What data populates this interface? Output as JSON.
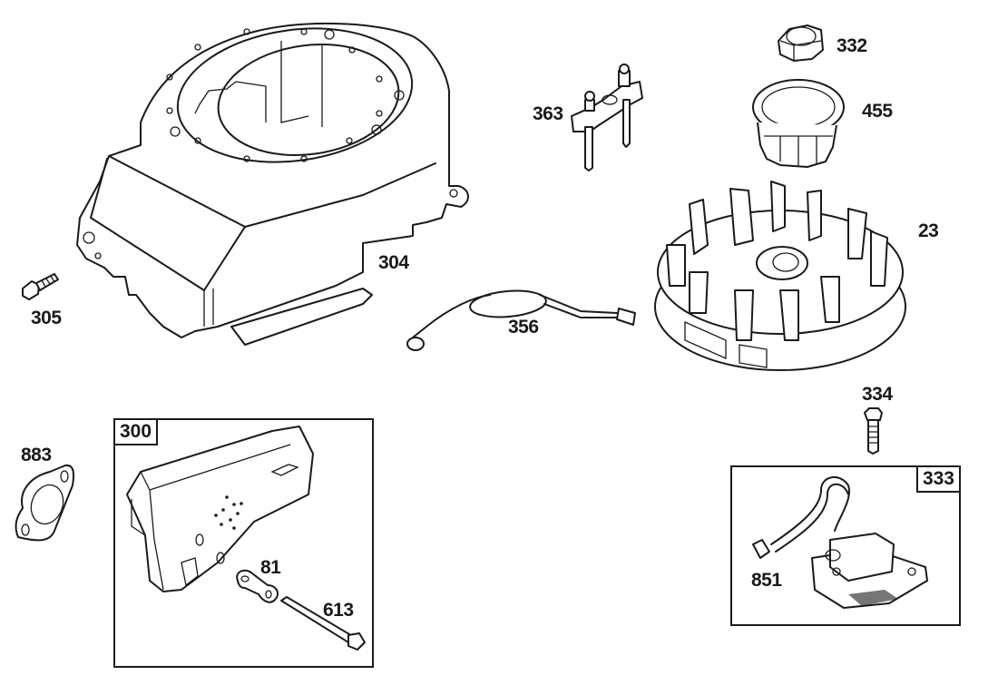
{
  "diagram": {
    "title": "Blower housing, flywheel, ignition and muffler exploded parts view",
    "parts": [
      {
        "id": "304",
        "label": "304",
        "name": "blower-housing"
      },
      {
        "id": "305",
        "label": "305",
        "name": "screw"
      },
      {
        "id": "363",
        "label": "363",
        "name": "bracket-assembly"
      },
      {
        "id": "332",
        "label": "332",
        "name": "nut"
      },
      {
        "id": "455",
        "label": "455",
        "name": "clutch-cup"
      },
      {
        "id": "23",
        "label": "23",
        "name": "flywheel"
      },
      {
        "id": "356",
        "label": "356",
        "name": "ground-wire"
      },
      {
        "id": "334",
        "label": "334",
        "name": "screw"
      },
      {
        "id": "883",
        "label": "883",
        "name": "gasket"
      },
      {
        "id": "300",
        "label": "300",
        "name": "muffler-kit"
      },
      {
        "id": "81",
        "label": "81",
        "name": "lock-plate"
      },
      {
        "id": "613",
        "label": "613",
        "name": "screw"
      },
      {
        "id": "333",
        "label": "333",
        "name": "armature-magneto-kit"
      },
      {
        "id": "851",
        "label": "851",
        "name": "spark-plug-terminal"
      }
    ],
    "labels": {
      "p304": "304",
      "p305": "305",
      "p363": "363",
      "p332": "332",
      "p455": "455",
      "p23": "23",
      "p356": "356",
      "p334": "334",
      "p883": "883",
      "p300": "300",
      "p81": "81",
      "p613": "613",
      "p333": "333",
      "p851": "851"
    },
    "kits": [
      {
        "label": "300",
        "contains": [
          "81",
          "613"
        ]
      },
      {
        "label": "333",
        "contains": [
          "851"
        ]
      }
    ]
  }
}
